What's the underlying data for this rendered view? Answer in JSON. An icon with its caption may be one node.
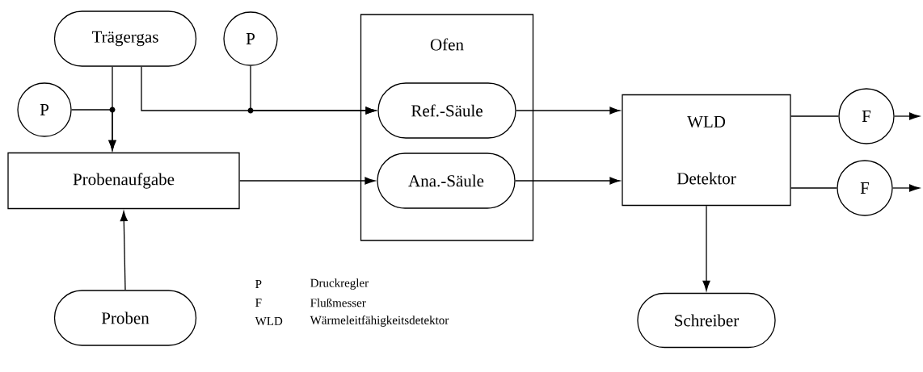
{
  "diagram": {
    "nodes": [
      {
        "text": [
          "Trägergas"
        ]
      },
      {
        "text": [
          "P"
        ]
      },
      {
        "text": [
          "P"
        ]
      },
      {
        "text": [
          "Probenaufgabe"
        ]
      },
      {
        "text": [
          "Ofen"
        ]
      },
      {
        "text": [
          "Ref.-Säule"
        ],
        "in": 4
      },
      {
        "text": [
          "Ana.-Säule"
        ],
        "in": 4
      },
      {
        "text": [
          "WLD",
          "Detektor"
        ]
      },
      {
        "text": [
          "F"
        ]
      },
      {
        "text": [
          "F"
        ]
      },
      {
        "text": [
          "Proben"
        ]
      },
      {
        "text": [
          "Schreiber"
        ]
      }
    ],
    "edges": [
      {
        "from": 0,
        "to": 3,
        "arrow": "to"
      },
      {
        "from": 2,
        "to": 3,
        "arrow": "to"
      },
      {
        "from": 0,
        "to": 5,
        "arrow": "to"
      },
      {
        "from": 1,
        "to": 5,
        "arrow": "to"
      },
      {
        "from": 3,
        "to": 6,
        "arrow": "to"
      },
      {
        "from": 10,
        "to": 3,
        "arrow": "to"
      },
      {
        "from": 5,
        "to": 7,
        "arrow": "to"
      },
      {
        "from": 6,
        "to": 7,
        "arrow": "to"
      },
      {
        "from": 7,
        "to": 8,
        "arrow": "none"
      },
      {
        "from": 7,
        "to": 9,
        "arrow": "none"
      },
      {
        "from": 8,
        "to": null,
        "arrow": "to"
      },
      {
        "from": 9,
        "to": null,
        "arrow": "to"
      },
      {
        "from": 7,
        "to": 11,
        "arrow": "to"
      }
    ],
    "labels": [
      "P",
      "Druckregler",
      "F",
      "Flußmesser",
      "WLD",
      "Wärmeleitfähigkeitsdetektor"
    ]
  }
}
